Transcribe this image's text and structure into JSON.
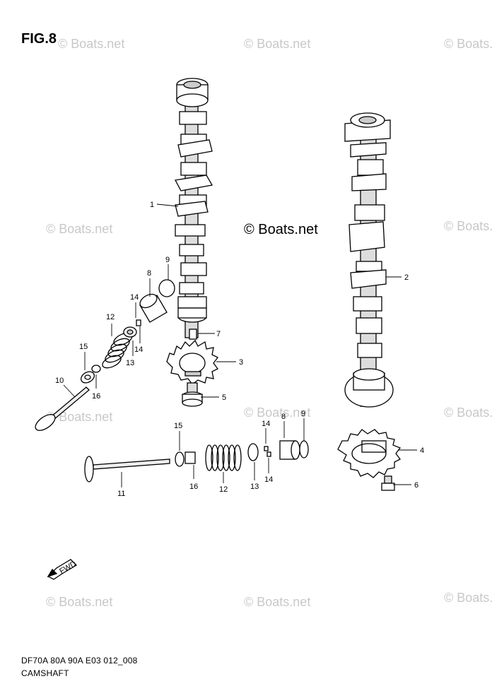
{
  "figure": {
    "title": "FIG.8"
  },
  "watermark": {
    "text": "© Boats.net"
  },
  "center_watermark": {
    "text": "© Boats.net"
  },
  "fwd_label": "FWD",
  "callouts": {
    "c1": "1",
    "c2": "2",
    "c3": "3",
    "c4": "4",
    "c5": "5",
    "c6": "6",
    "c7": "7",
    "c8a": "8",
    "c9a": "9",
    "c10": "10",
    "c11": "11",
    "c12a": "12",
    "c13a": "13",
    "c14a": "14",
    "c14b": "14",
    "c15a": "15",
    "c16a": "16",
    "c8b": "8",
    "c9b": "9",
    "c12b": "12",
    "c13b": "13",
    "c14c": "14",
    "c14d": "14",
    "c15b": "15",
    "c16b": "16"
  },
  "footer": {
    "code": "DF70A 80A 90A E03 012_008",
    "name": "CAMSHAFT"
  }
}
